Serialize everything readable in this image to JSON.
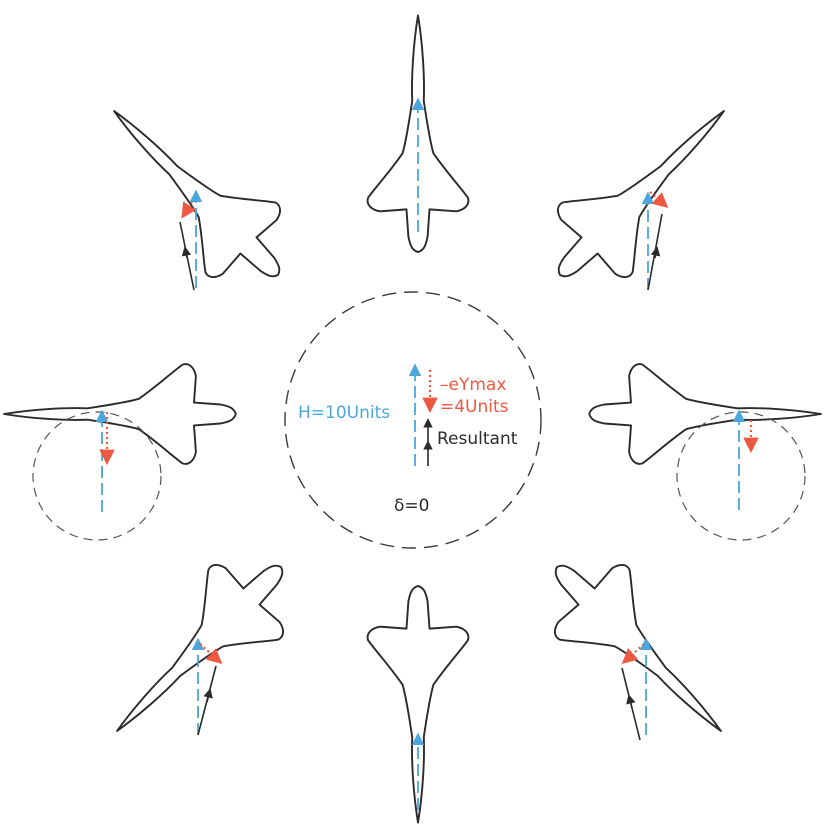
{
  "labels": {
    "h_label": "H=10Units",
    "eymax_label": "–eYmax",
    "units_label": "=4Units",
    "resultant_label": "Resultant",
    "delta_label": "δ=0"
  },
  "colors": {
    "heading_vector": "#4aa6dc",
    "lateral_vector": "#ef5840",
    "resultant_vector": "#2b2b2b",
    "outline": "#2b2b2b"
  }
}
